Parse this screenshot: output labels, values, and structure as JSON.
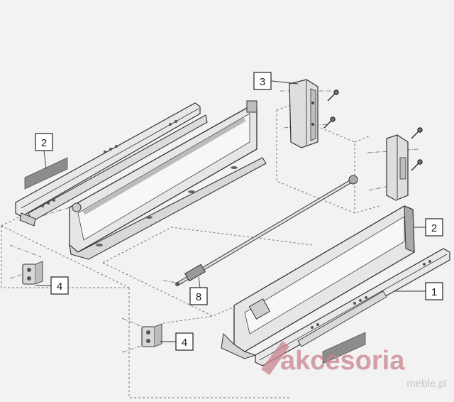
{
  "callouts": {
    "c1": "1",
    "c2_left": "2",
    "c2_right": "2",
    "c3": "3",
    "c4_top": "4",
    "c4_bottom": "4",
    "c8": "8"
  },
  "watermark": {
    "brand": "akcesoria",
    "sub": "meble.pl"
  },
  "colors": {
    "background": "#f2f2f2",
    "line": "#333333",
    "panel": "#e6e6e6",
    "shadow": "#a9a9a9",
    "watermark": "#c9838d"
  }
}
